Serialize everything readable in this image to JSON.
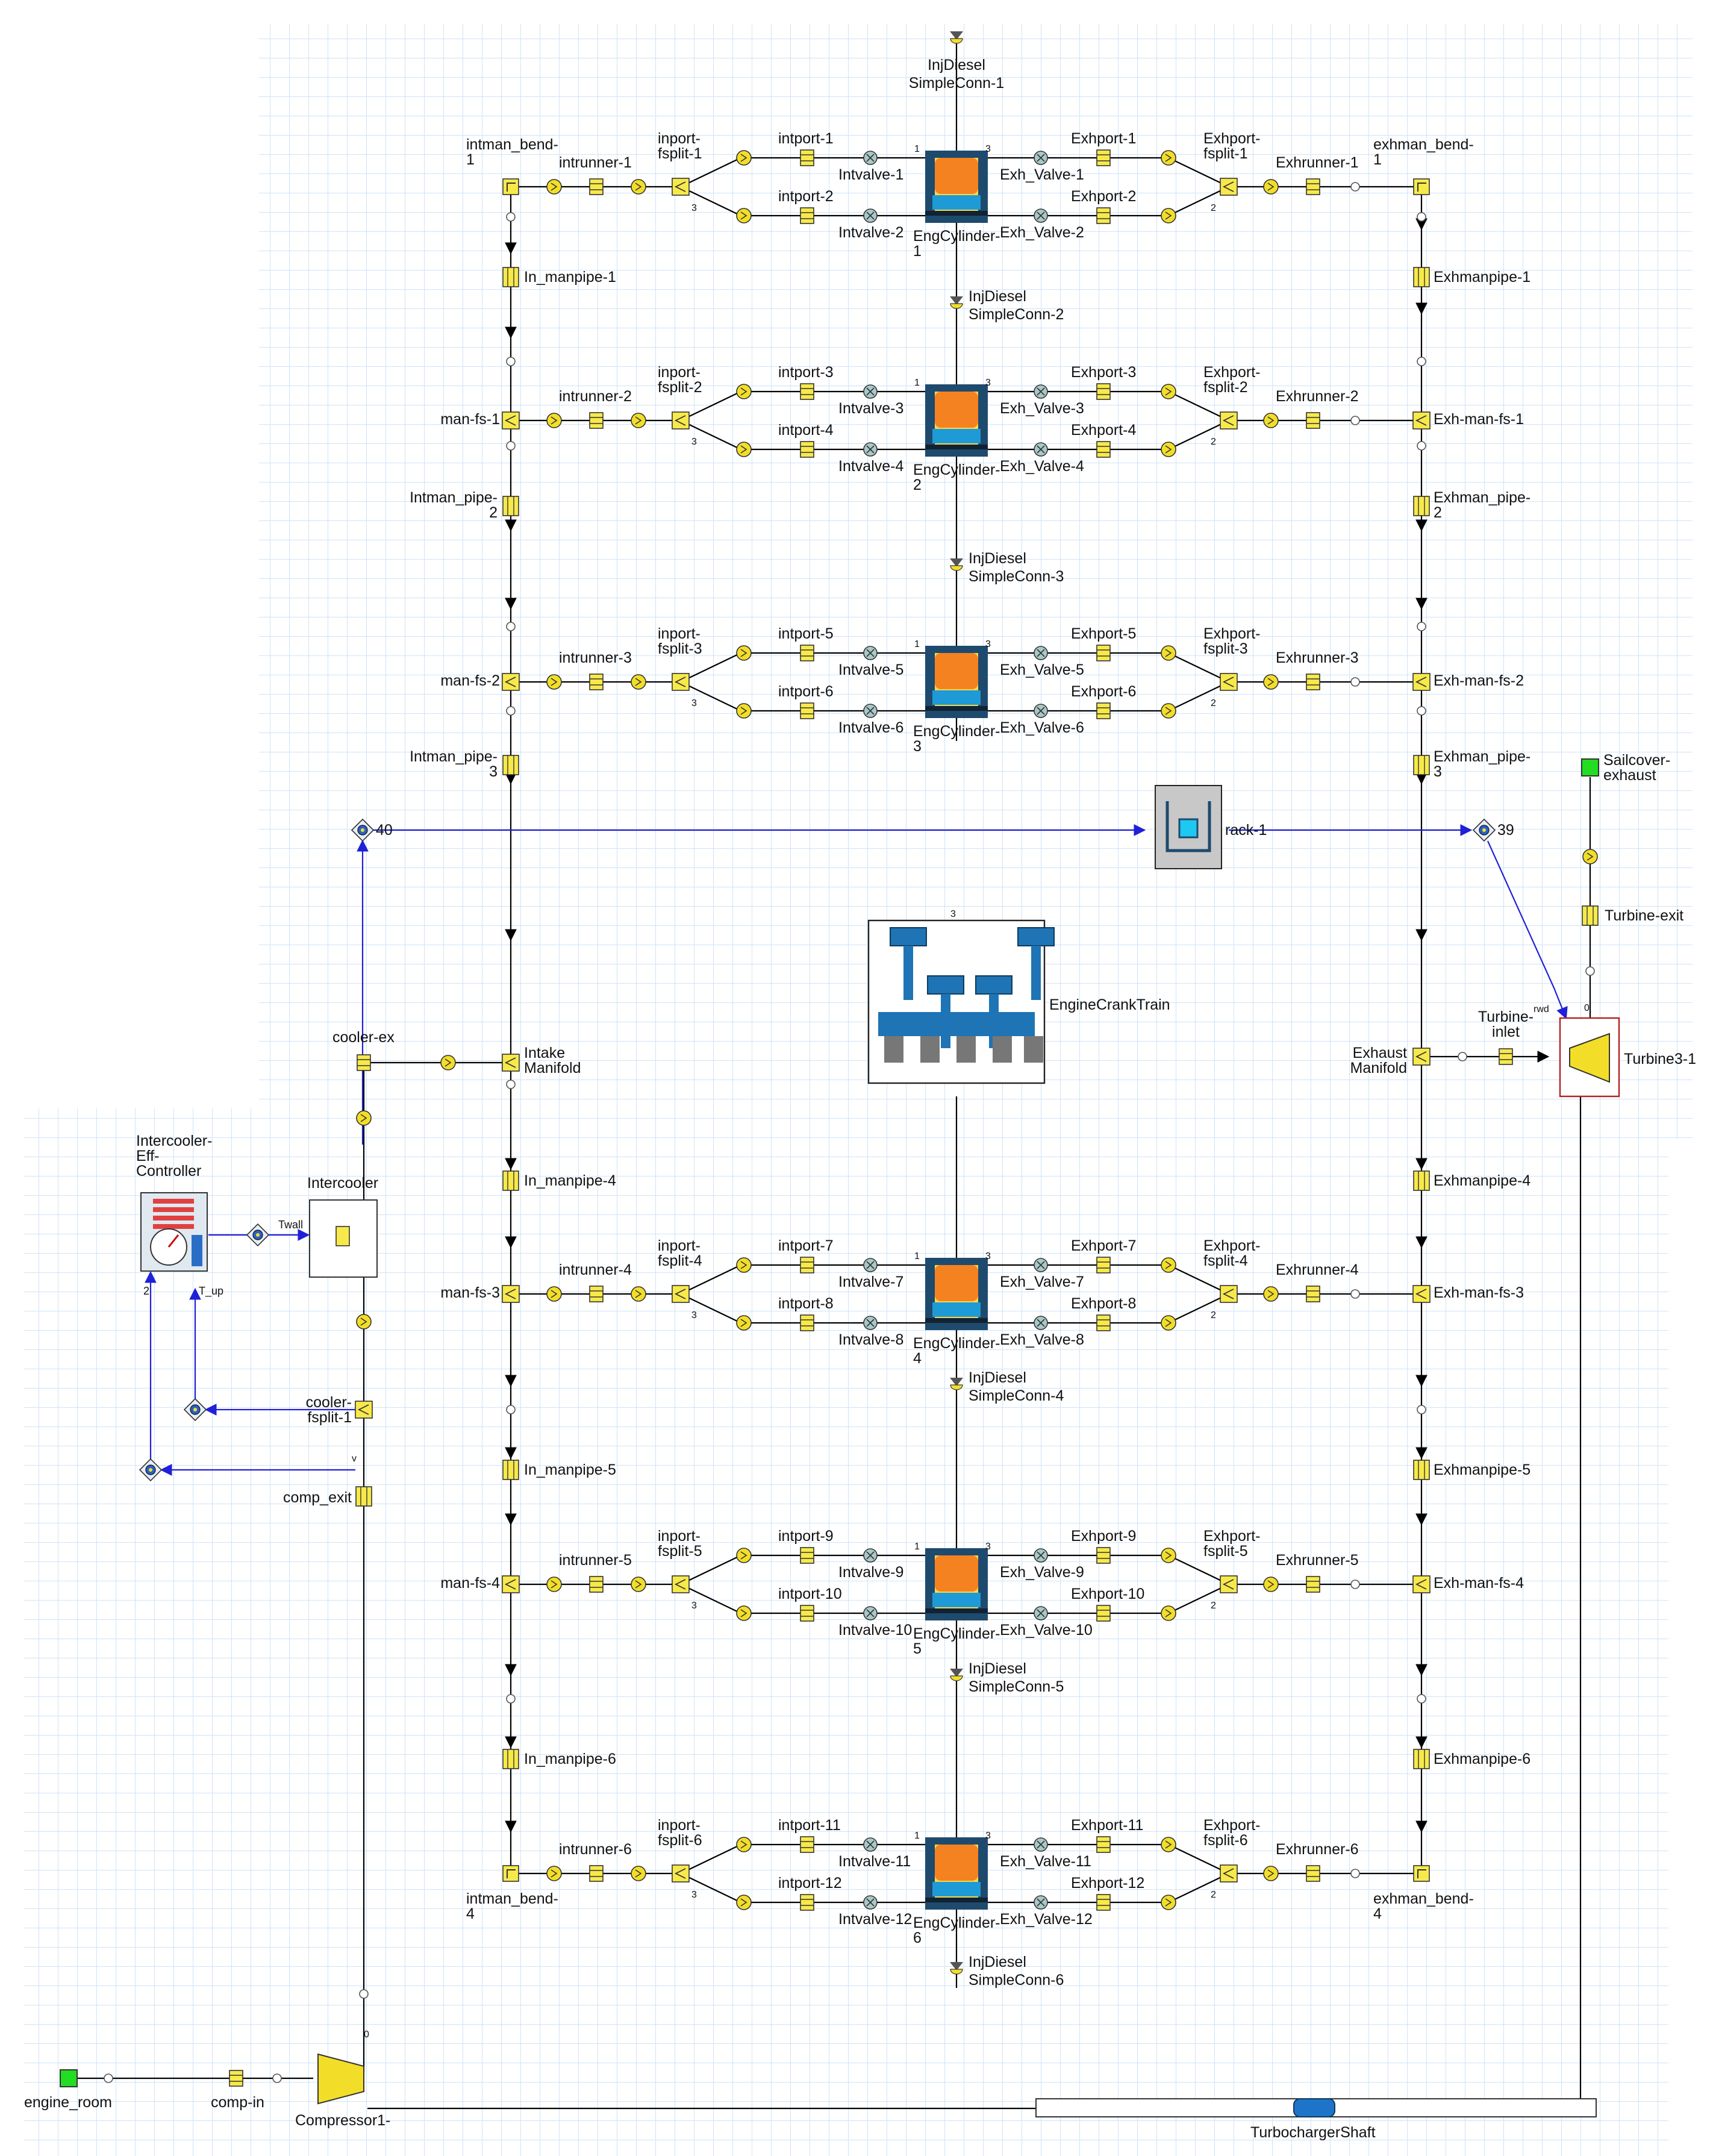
{
  "labels": {
    "injdiesel": "InjDiesel",
    "simpleconn_1": "SimpleConn-1",
    "simpleconn_2": "SimpleConn-2",
    "simpleconn_3": "SimpleConn-3",
    "simpleconn_4": "SimpleConn-4",
    "simpleconn_5": "SimpleConn-5",
    "simpleconn_6": "SimpleConn-6",
    "intman_bend_1": "intman_bend-\n1",
    "intman_bend_4": "intman_bend-\n4",
    "exhman_bend_1": "exhman_bend-\n1",
    "exhman_bend_4": "exhman_bend-\n4",
    "intrunner_1": "intrunner-1",
    "intrunner_2": "intrunner-2",
    "intrunner_3": "intrunner-3",
    "intrunner_4": "intrunner-4",
    "intrunner_5": "intrunner-5",
    "intrunner_6": "intrunner-6",
    "inport_fsplit_1": "inport-\nfsplit-1",
    "inport_fsplit_2": "inport-\nfsplit-2",
    "inport_fsplit_3": "inport-\nfsplit-3",
    "inport_fsplit_4": "inport-\nfsplit-4",
    "inport_fsplit_5": "inport-\nfsplit-5",
    "inport_fsplit_6": "inport-\nfsplit-6",
    "intport_1": "intport-1",
    "intport_2": "intport-2",
    "intport_3": "intport-3",
    "intport_4": "intport-4",
    "intport_5": "intport-5",
    "intport_6": "intport-6",
    "intport_7": "intport-7",
    "intport_8": "intport-8",
    "intport_9": "intport-9",
    "intport_10": "intport-10",
    "intport_11": "intport-11",
    "intport_12": "intport-12",
    "intvalve_1": "Intvalve-1",
    "intvalve_2": "Intvalve-2",
    "intvalve_3": "Intvalve-3",
    "intvalve_4": "Intvalve-4",
    "intvalve_5": "Intvalve-5",
    "intvalve_6": "Intvalve-6",
    "intvalve_7": "Intvalve-7",
    "intvalve_8": "Intvalve-8",
    "intvalve_9": "Intvalve-9",
    "intvalve_10": "Intvalve-10",
    "intvalve_11": "Intvalve-11",
    "intvalve_12": "Intvalve-12",
    "engcyl_1": "EngCylinder-\n1",
    "engcyl_2": "EngCylinder-\n2",
    "engcyl_3": "EngCylinder-\n3",
    "engcyl_4": "EngCylinder-\n4",
    "engcyl_5": "EngCylinder-\n5",
    "engcyl_6": "EngCylinder-\n6",
    "exh_valve_1": "Exh_Valve-1",
    "exh_valve_2": "Exh_Valve-2",
    "exh_valve_3": "Exh_Valve-3",
    "exh_valve_4": "Exh_Valve-4",
    "exh_valve_5": "Exh_Valve-5",
    "exh_valve_6": "Exh_Valve-6",
    "exh_valve_7": "Exh_Valve-7",
    "exh_valve_8": "Exh_Valve-8",
    "exh_valve_9": "Exh_Valve-9",
    "exh_valve_10": "Exh_Valve-10",
    "exh_valve_11": "Exh_Valve-11",
    "exh_valve_12": "Exh_Valve-12",
    "exhport_1": "Exhport-1",
    "exhport_2": "Exhport-2",
    "exhport_3": "Exhport-3",
    "exhport_4": "Exhport-4",
    "exhport_5": "Exhport-5",
    "exhport_6": "Exhport-6",
    "exhport_7": "Exhport-7",
    "exhport_8": "Exhport-8",
    "exhport_9": "Exhport-9",
    "exhport_10": "Exhport-10",
    "exhport_11": "Exhport-11",
    "exhport_12": "Exhport-12",
    "exhport_fsplit_1": "Exhport-\nfsplit-1",
    "exhport_fsplit_2": "Exhport-\nfsplit-2",
    "exhport_fsplit_3": "Exhport-\nfsplit-3",
    "exhport_fsplit_4": "Exhport-\nfsplit-4",
    "exhport_fsplit_5": "Exhport-\nfsplit-5",
    "exhport_fsplit_6": "Exhport-\nfsplit-6",
    "exhrunner_1": "Exhrunner-1",
    "exhrunner_2": "Exhrunner-2",
    "exhrunner_3": "Exhrunner-3",
    "exhrunner_4": "Exhrunner-4",
    "exhrunner_5": "Exhrunner-5",
    "exhrunner_6": "Exhrunner-6",
    "in_manpipe_1": "In_manpipe-1",
    "in_manpipe_4": "In_manpipe-4",
    "in_manpipe_5": "In_manpipe-5",
    "in_manpipe_6": "In_manpipe-6",
    "intman_pipe_2": "Intman_pipe-\n2",
    "intman_pipe_3": "Intman_pipe-\n3",
    "man_fs_1": "man-fs-1",
    "man_fs_2": "man-fs-2",
    "man_fs_3": "man-fs-3",
    "man_fs_4": "man-fs-4",
    "exhmanpipe_1": "Exhmanpipe-1",
    "exhmanpipe_4": "Exhmanpipe-4",
    "exhmanpipe_5": "Exhmanpipe-5",
    "exhmanpipe_6": "Exhmanpipe-6",
    "exhman_pipe_2": "Exhman_pipe-\n2",
    "exhman_pipe_3": "Exhman_pipe-\n3",
    "exh_man_fs_1": "Exh-man-fs-1",
    "exh_man_fs_2": "Exh-man-fs-2",
    "exh_man_fs_3": "Exh-man-fs-3",
    "exh_man_fs_4": "Exh-man-fs-4",
    "rack_1": "rack-1",
    "sensor_40": "40",
    "sensor_39": "39",
    "engine_crank_train": "EngineCrankTrain",
    "intake_manifold": "Intake\nManifold",
    "exhaust_manifold": "Exhaust\nManifold",
    "cooler_ex": "cooler-ex",
    "intercooler": "Intercooler",
    "intercooler_controller": "Intercooler-\nEff-\nController",
    "twall": "Twall",
    "t_up": "T_up",
    "cooler_fsplit_1": "cooler-\nfsplit-1",
    "comp_exit": "comp_exit",
    "engine_room": "engine_room",
    "comp_in": "comp-in",
    "compressor": "Compressor1-",
    "turbocharger_shaft": "TurbochargerShaft",
    "turbine_inlet": "Turbine-\ninlet",
    "turbine": "Turbine3-1",
    "turbine_exit": "Turbine-exit",
    "sailcover_exhaust": "Sailcover-\nexhaust",
    "port_1": "1",
    "port_2": "2",
    "port_3": "3",
    "port_0": "0",
    "port_v": "v",
    "port_rwd": "rwd"
  },
  "colors": {
    "grid": "#cfe3f7",
    "flow_line": "#000000",
    "signal_line": "#2020d8",
    "pipe_fill": "#f7e94a",
    "port_fill": "#f2de28",
    "valve_fill": "#a8c8c8",
    "cylinder_frame": "#1e4a6e",
    "cylinder_hot": "#f58220",
    "cylinder_piston": "#1e9ad6",
    "boundary_green": "#22dd22",
    "shaft_blue": "#1e74c8",
    "turbine_border": "#b02020"
  },
  "icons": {
    "pipe": "pipe-icon",
    "flow_split": "flowsplit-icon",
    "valve": "valve-icon",
    "orifice": "orifice-icon",
    "cylinder": "engine-cylinder-icon",
    "injector": "injector-icon",
    "crank_train": "crank-train-icon",
    "compressor": "compressor-icon",
    "turbine": "turbine-icon",
    "shaft": "shaft-icon",
    "sensor": "sensor-icon",
    "actuator": "actuator-icon",
    "controller": "gauge-controller-icon",
    "boundary": "end-environment-icon"
  }
}
